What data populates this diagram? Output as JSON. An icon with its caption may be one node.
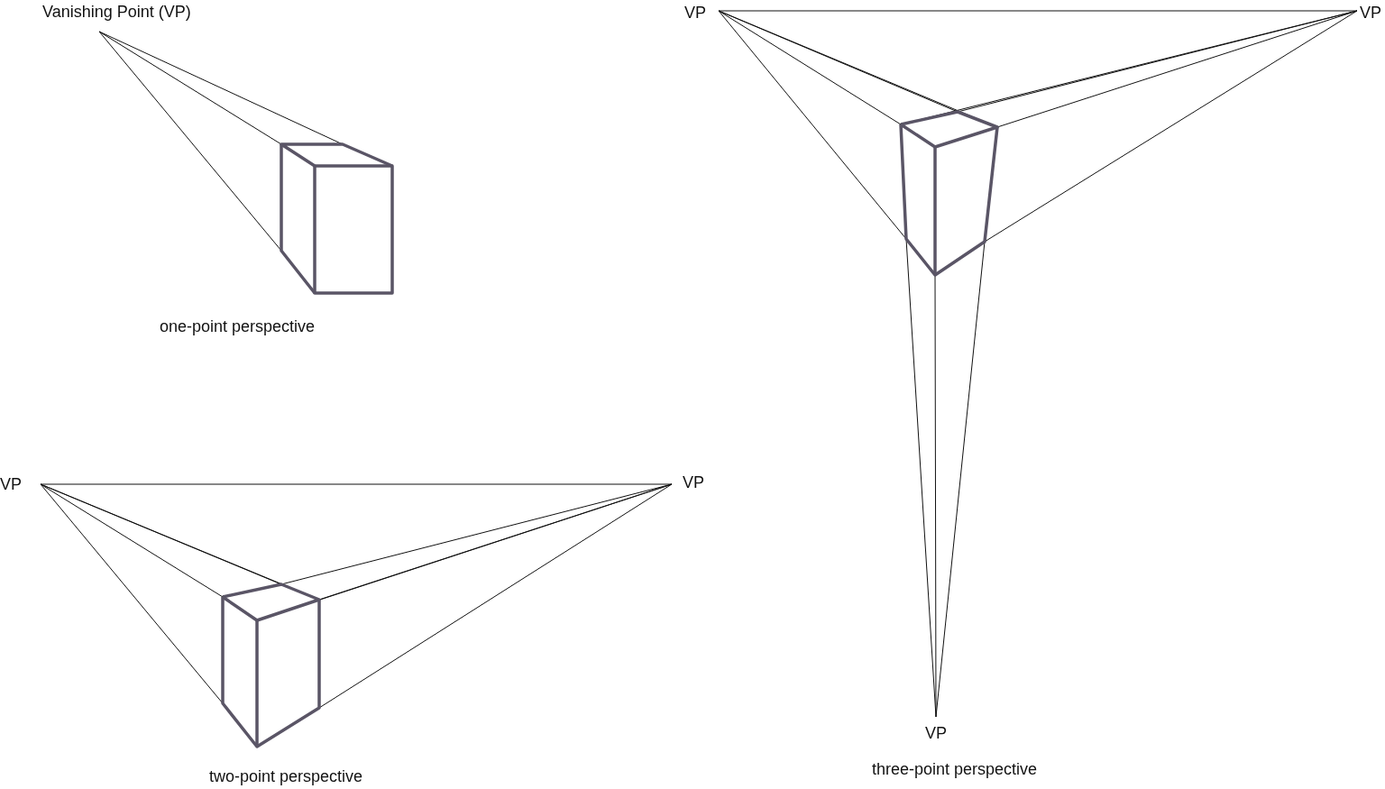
{
  "diagram": {
    "labels": [
      "Vanishing Point (VP)",
      "VP",
      "VP",
      "one-point perspective",
      "VP",
      "VP",
      "VP",
      "three-point perspective",
      "two-point perspective"
    ]
  }
}
